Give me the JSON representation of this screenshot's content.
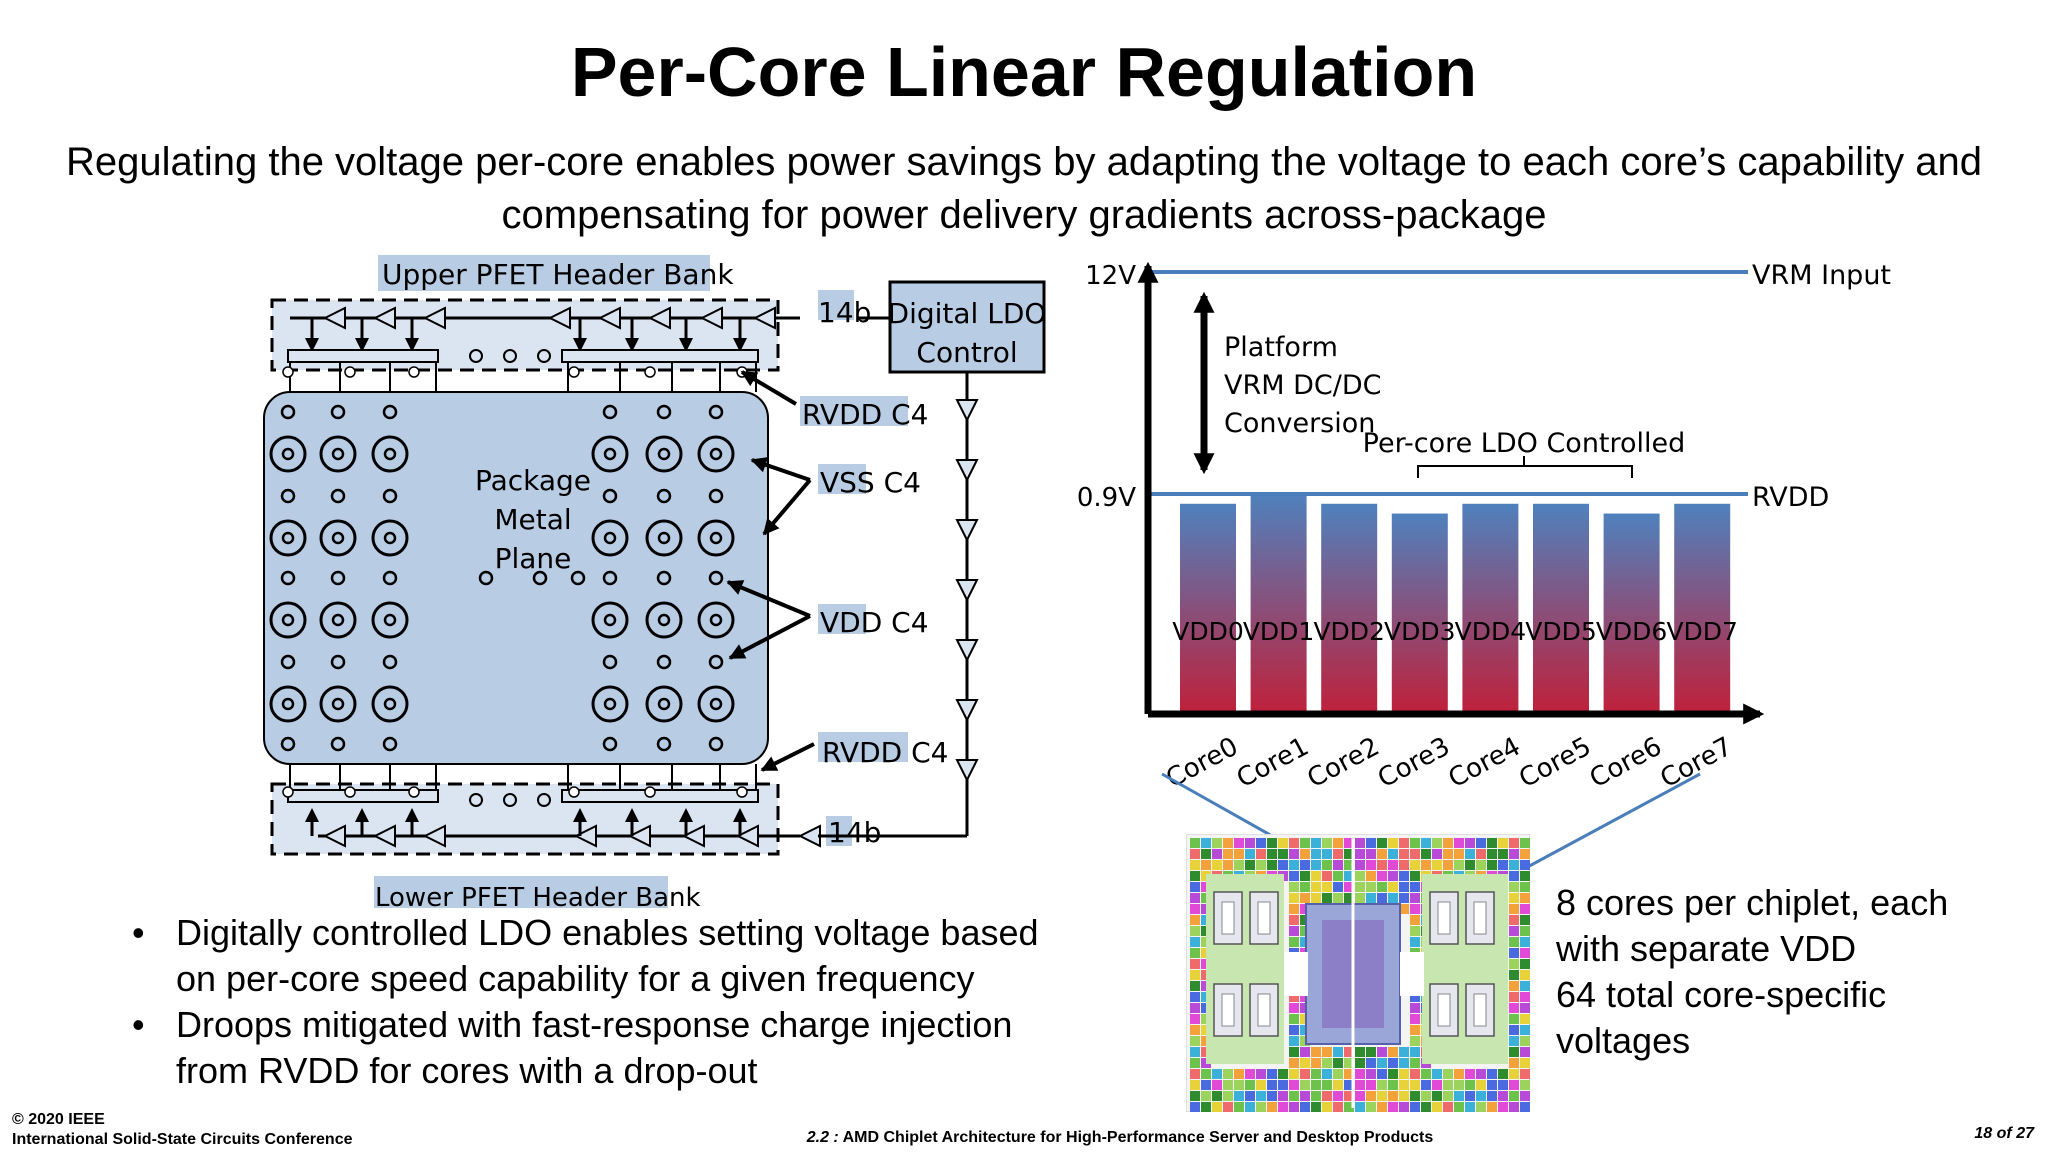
{
  "slide": {
    "title": "Per-Core Linear Regulation",
    "subtitle": "Regulating the voltage per-core enables power savings by adapting the voltage to each core’s capability and compensating for power delivery gradients across-package"
  },
  "left_diagram": {
    "upper_bank_label": "Upper PFET Header Bank",
    "lower_bank_label": "Lower PFET Header Bank",
    "bus_width_top": "14b",
    "bus_width_bottom": "14b",
    "controller_line1": "Digital LDO",
    "controller_line2": "Control",
    "plane_line1": "Package",
    "plane_line2": "Metal",
    "plane_line3": "Plane",
    "rvdd_c4_top": "RVDD C4",
    "vss_c4": "VSS C4",
    "vdd_c4": "VDD C4",
    "rvdd_c4_bottom": "RVDD C4"
  },
  "right_chart": {
    "y_tick_high": "12V",
    "y_tick_low": "0.9V",
    "vrm_label": "VRM Input",
    "rvdd_label": "RVDD",
    "conversion_line1": "Platform",
    "conversion_line2": "VRM DC/DC",
    "conversion_line3": "Conversion",
    "ldo_label": "Per-core LDO Controlled"
  },
  "chart_data": {
    "type": "bar",
    "categories": [
      "Core0",
      "Core1",
      "Core2",
      "Core3",
      "Core4",
      "Core5",
      "Core6",
      "Core7"
    ],
    "bar_labels": [
      "VDD0",
      "VDD1",
      "VDD2",
      "VDD3",
      "VDD4",
      "VDD5",
      "VDD6",
      "VDD7"
    ],
    "values": [
      0.86,
      0.9,
      0.86,
      0.82,
      0.86,
      0.86,
      0.82,
      0.86
    ],
    "reference_lines": [
      {
        "label": "VRM Input",
        "value": 12
      },
      {
        "label": "RVDD",
        "value": 0.9
      }
    ],
    "colors": {
      "top": "#4f81bd",
      "bottom": "#c0203a"
    }
  },
  "chip_caption": {
    "line1": "8 cores per chiplet, each",
    "line2": "with separate VDD",
    "line3": "64 total core-specific",
    "line4": "voltages"
  },
  "bullets": [
    {
      "line1": "Digitally controlled LDO enables setting voltage based",
      "line2": "on per-core speed capability for a given frequency"
    },
    {
      "line1": "Droops mitigated with fast-response charge injection",
      "line2": "from RVDD for cores with a drop-out"
    }
  ],
  "footer": {
    "copyright": "© 2020 IEEE",
    "conference": "International Solid-State Circuits Conference",
    "session_number": "2.2 :",
    "session_title": "AMD Chiplet Architecture for High-Performance Server and Desktop Products",
    "page": "18 of 27"
  }
}
